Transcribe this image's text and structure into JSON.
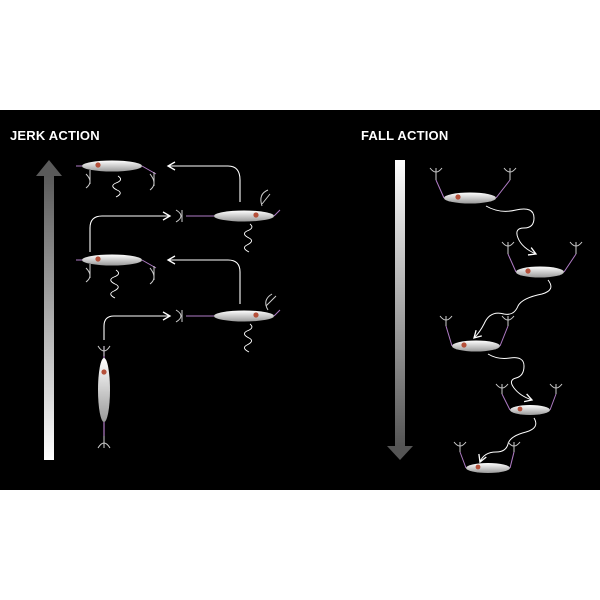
{
  "jerk": {
    "title": "JERK ACTION",
    "direction": "up"
  },
  "fall": {
    "title": "FALL ACTION",
    "direction": "down"
  },
  "colors": {
    "background": "#000000",
    "page": "#ffffff",
    "arrow_light": "#ffffff",
    "arrow_dark": "#555555",
    "lure_body": "#e8e8e8",
    "lure_eye": "#b5503a",
    "hook_line": "#b07cc6",
    "hook": "#cfcfcf"
  }
}
